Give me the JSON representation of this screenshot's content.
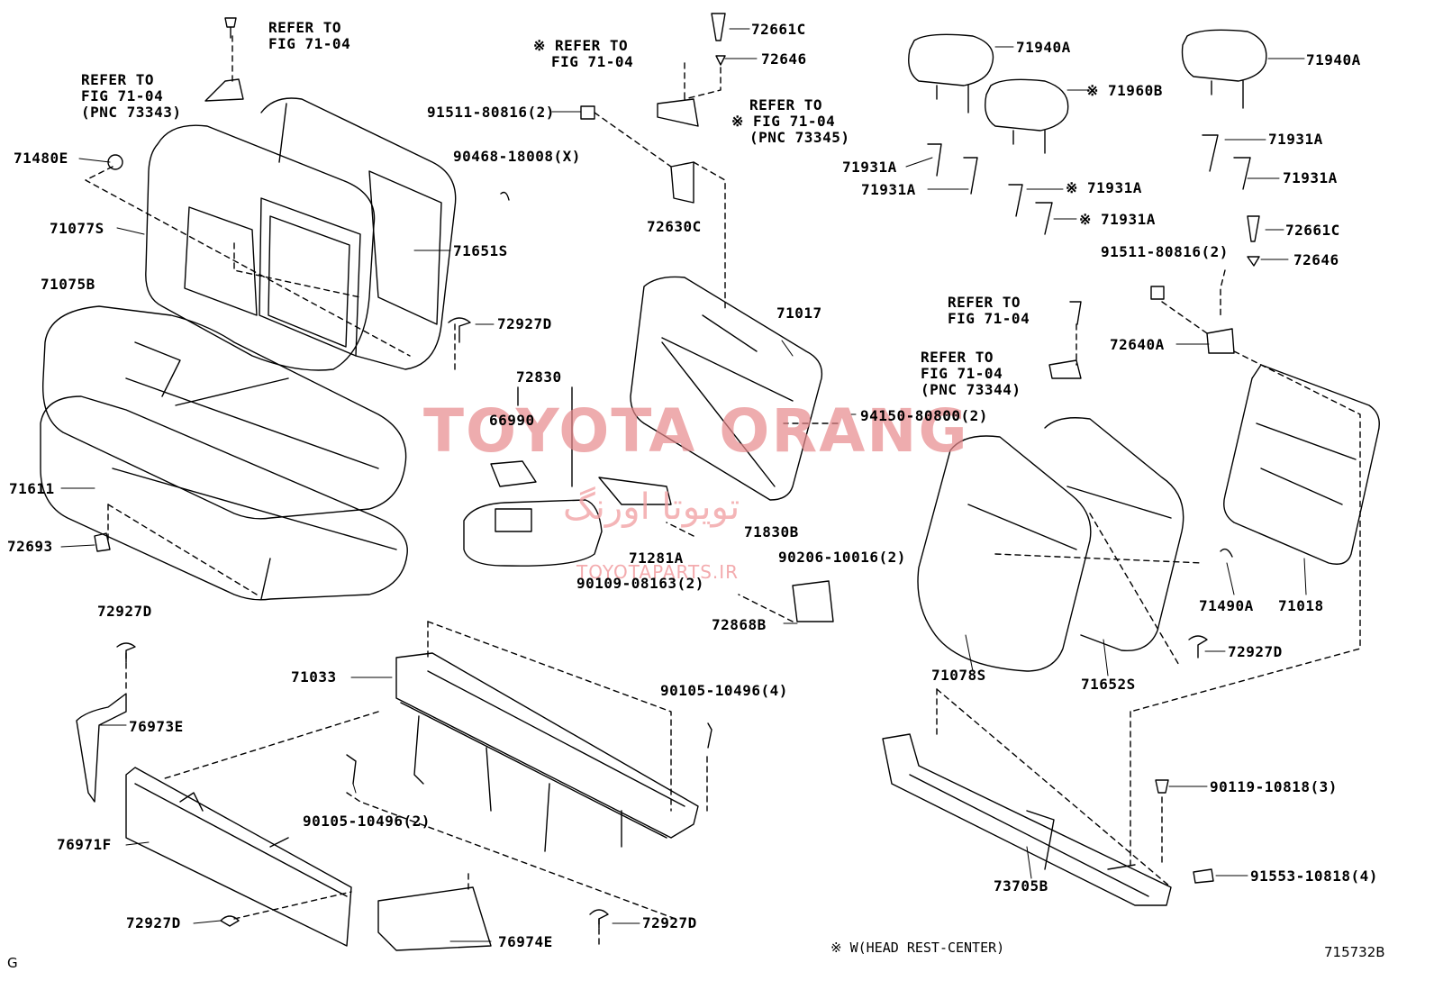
{
  "watermark": {
    "main": "TOYOTA ORANG",
    "arabic": "تويوتا اورنگ",
    "sub": "TOYOTAPARTS.IR"
  },
  "labels": {
    "l71480E": "71480E",
    "l71077S": "71077S",
    "l71075B": "71075B",
    "l71611": "71611",
    "l72693": "72693",
    "l72927D_a": "72927D",
    "l76973E": "76973E",
    "l76971F": "76971F",
    "l72927D_b": "72927D",
    "l76974E": "76974E",
    "l72927D_c": "72927D",
    "l71651S": "71651S",
    "l72927D_d": "72927D",
    "l90468": "90468-18008(X)",
    "l91511_a": "91511-80816(2)",
    "l72661C_a": "72661C",
    "l72646_a": "72646",
    "l72630C": "72630C",
    "l71017": "71017",
    "l72830": "72830",
    "l66990": "66990",
    "l94150": "94150-80800(2)",
    "l71830B": "71830B",
    "l71281A": "71281A",
    "l90206": "90206-10016(2)",
    "l90109": "90109-08163(2)",
    "l72868B": "72868B",
    "l71033": "71033",
    "l90105_a": "90105-10496(4)",
    "l90105_b": "90105-10496(2)",
    "l71940A_a": "71940A",
    "l71960B": "※ 71960B",
    "l71940A_b": "71940A",
    "l71931A_a": "71931A",
    "l71931A_b": "71931A",
    "l71931A_c": "※ 71931A",
    "l71931A_d": "※ 71931A",
    "l71931A_e": "71931A",
    "l71931A_f": "71931A",
    "l72661C_b": "72661C",
    "l91511_b": "91511-80816(2)",
    "l72646_b": "72646",
    "l72640A": "72640A",
    "l71490A": "71490A",
    "l71018": "71018",
    "l71078S": "71078S",
    "l71652S": "71652S",
    "l72927D_e": "72927D",
    "l90119": "90119-10818(3)",
    "l91553": "91553-10818(4)",
    "l73705B": "73705B"
  },
  "refers": {
    "r1": [
      "REFER TO",
      "FIG 71-04"
    ],
    "r2": [
      "REFER TO",
      "FIG 71-04",
      "(PNC 73343)"
    ],
    "r3": [
      "※ REFER TO",
      "FIG 71-04"
    ],
    "r4": [
      "REFER TO",
      "※ FIG 71-04",
      "(PNC 73345)"
    ],
    "r5": [
      "REFER TO",
      "FIG 71-04"
    ],
    "r6": [
      "REFER TO",
      "FIG 71-04",
      "(PNC 73344)"
    ]
  },
  "footer": {
    "corner": "G",
    "note": "※   W(HEAD REST-CENTER)",
    "figure_id": "715732B"
  }
}
